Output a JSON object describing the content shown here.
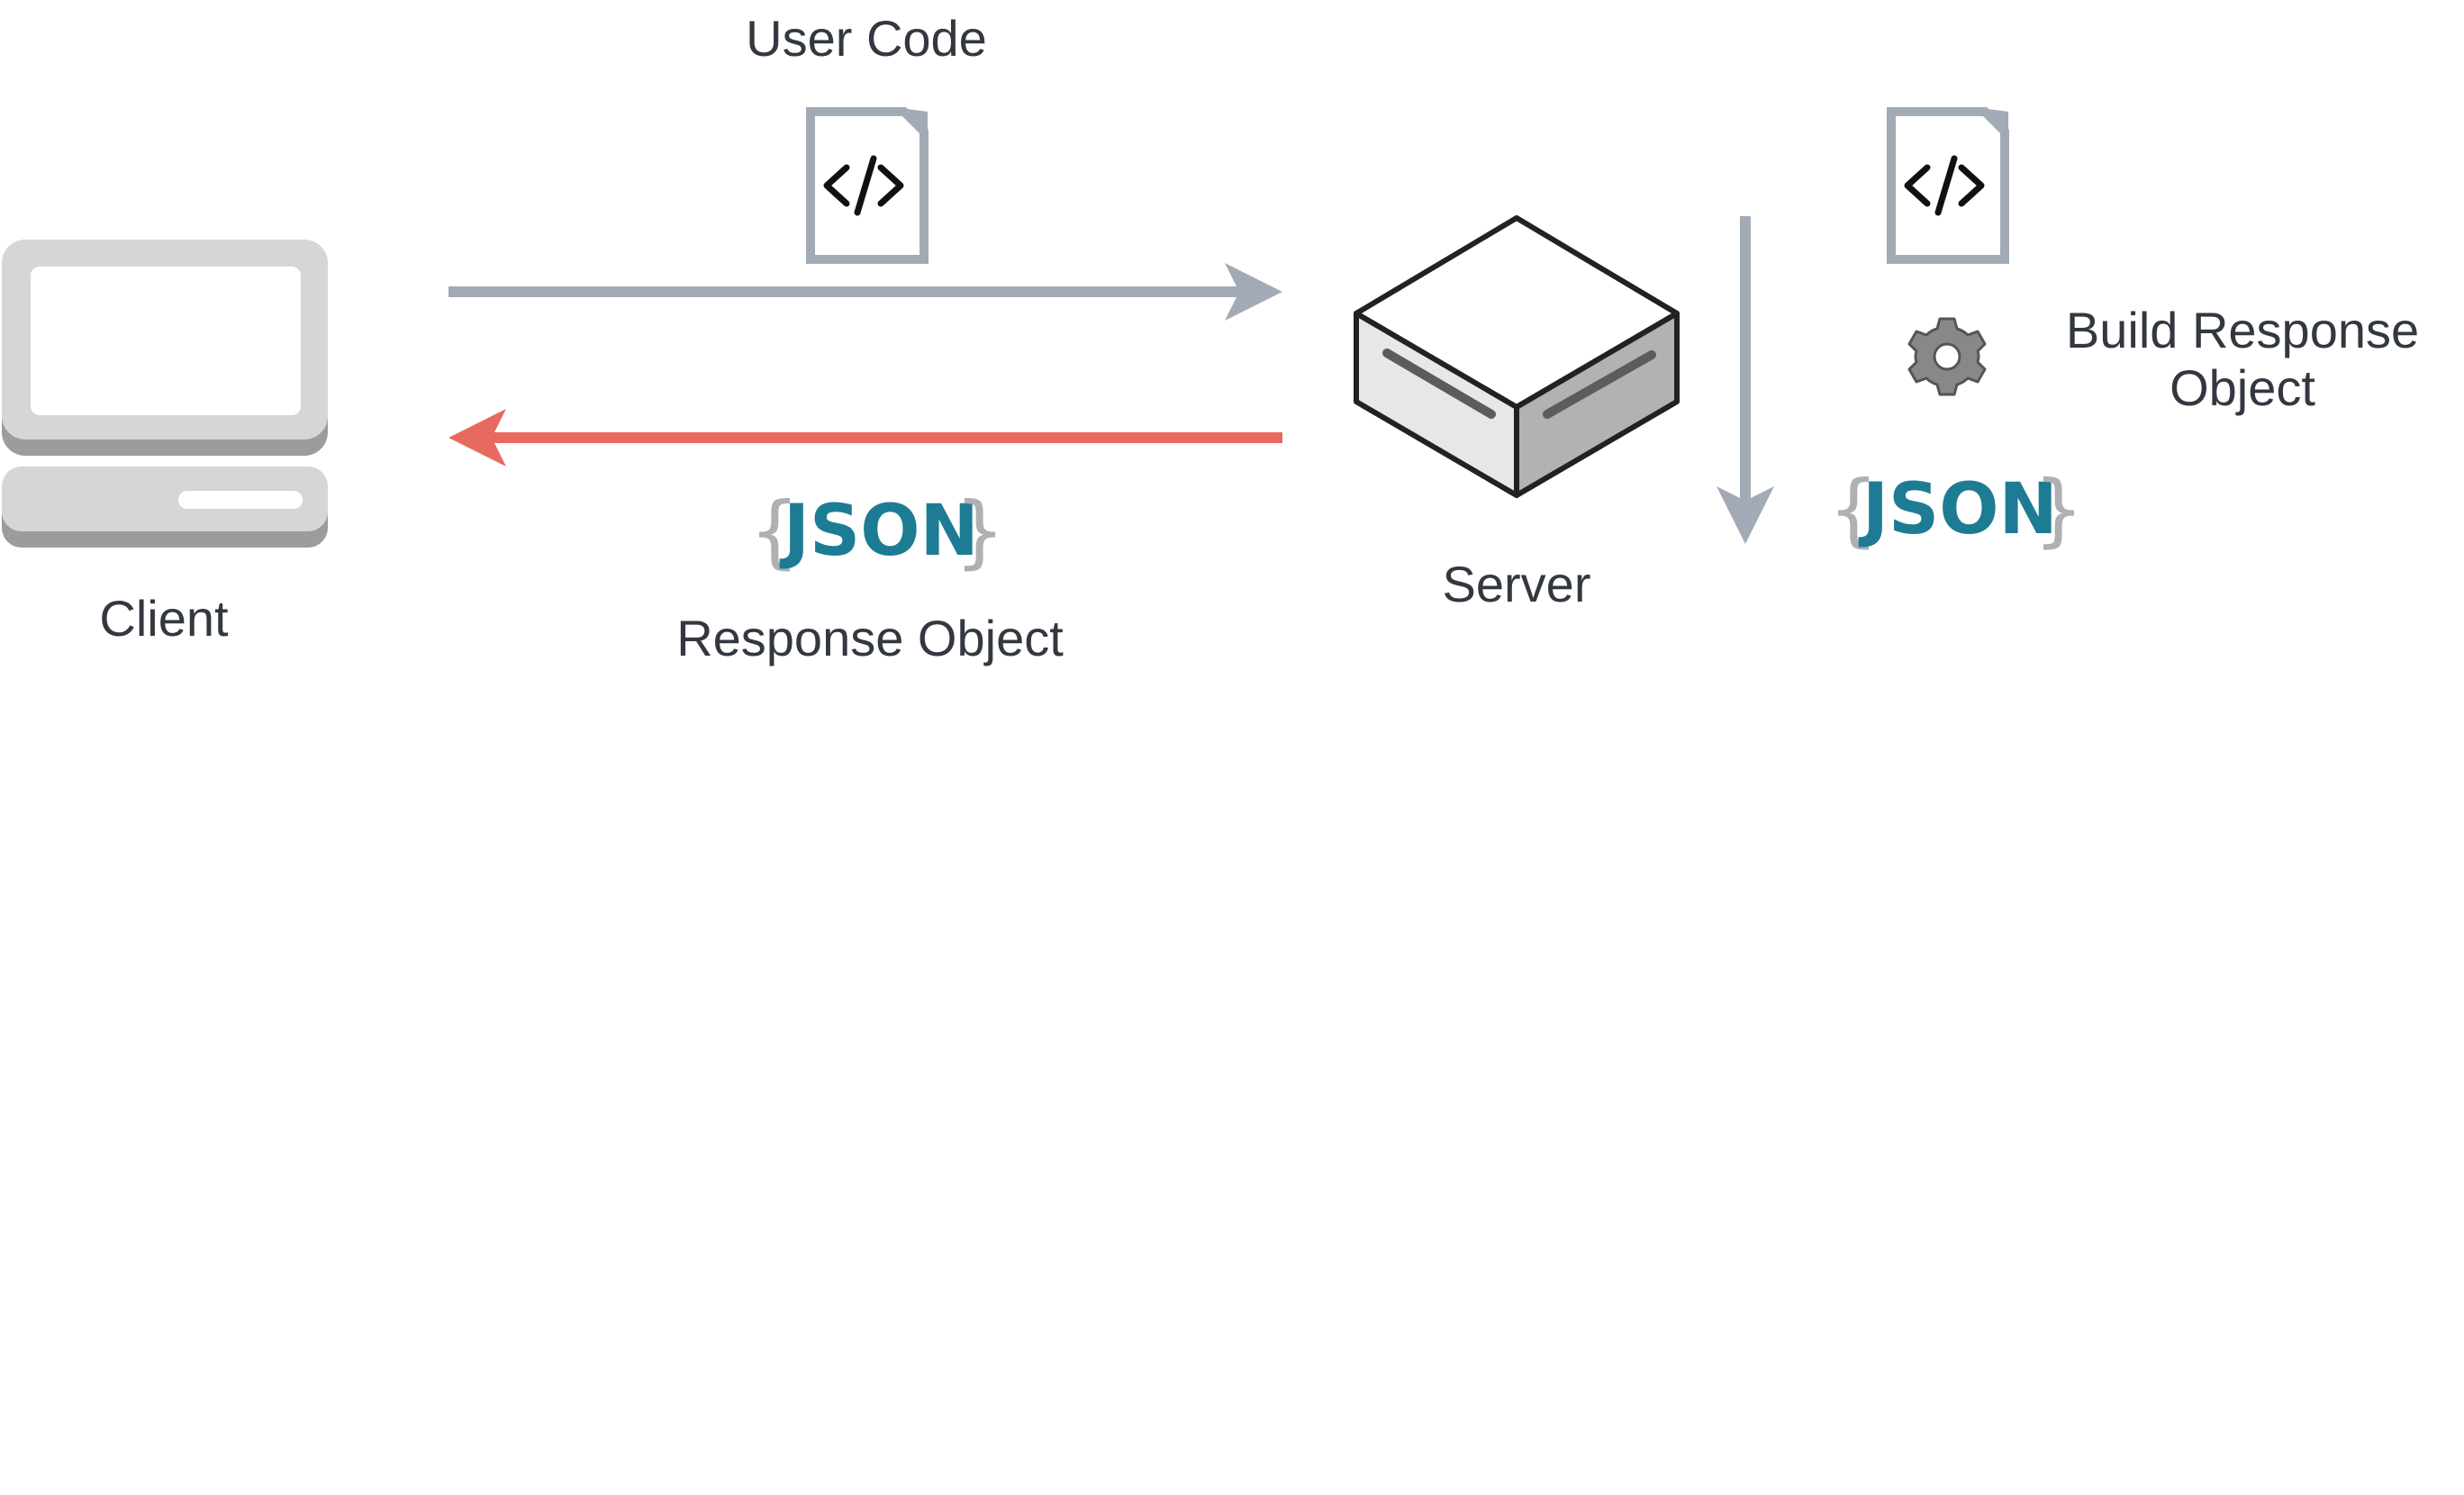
{
  "diagram": {
    "labels": {
      "user_code": "User Code",
      "client": "Client",
      "server": "Server",
      "response_object": "Response Object",
      "build_response_line1": "Build Response",
      "build_response_line2": "Object"
    },
    "json_badge": {
      "open_brace": "{",
      "word": "JSON",
      "close_brace": "}"
    },
    "icons": {
      "client": "desktop-computer-icon",
      "server": "server-box-icon",
      "user_code": "code-file-icon",
      "build_code": "code-file-icon",
      "build": "gear-icon"
    },
    "colors": {
      "request_arrow": "#a2abb5",
      "response_arrow": "#e8695f",
      "build_arrow": "#a2abb5",
      "json_text": "#1d7c93",
      "json_braces": "#aeb0b2",
      "label_text": "#333840"
    }
  }
}
